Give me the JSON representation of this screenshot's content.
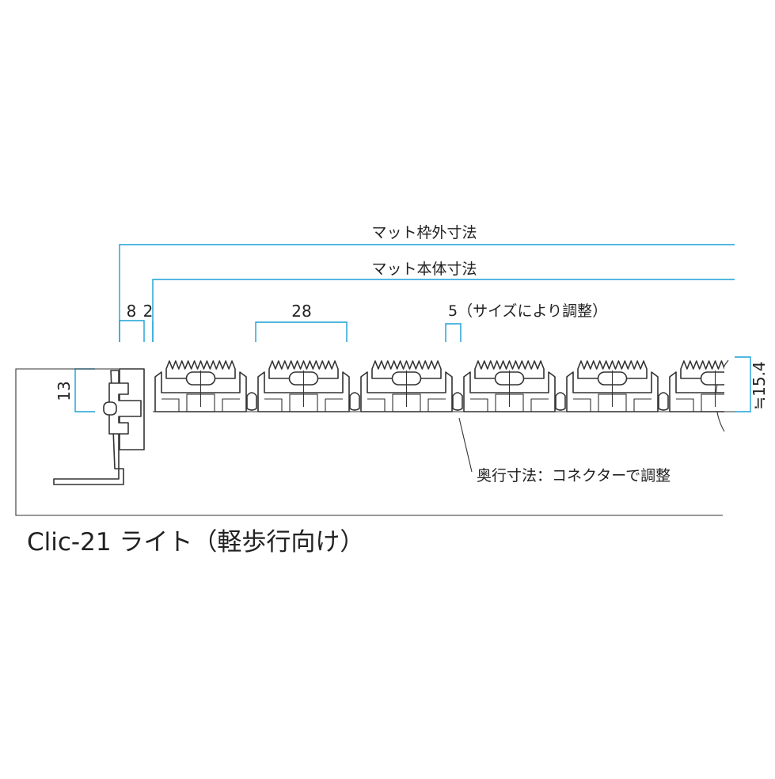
{
  "labels": {
    "outer_frame": "マット枠外寸法",
    "mat_body": "マット本体寸法",
    "frame_a": "8",
    "frame_b": "2",
    "pitch": "28",
    "gap": "5（サイズにより調整）",
    "frame_height": "13",
    "total_height": "≒15.4",
    "depth_note": "奥行寸法：コネクターで調整",
    "product_title": "Clic-21 ライト（軽歩行向け）"
  },
  "colors": {
    "dimension_line": "#1aa0d6",
    "outline": "#333333",
    "background": "#ffffff"
  },
  "profile_units": 6
}
